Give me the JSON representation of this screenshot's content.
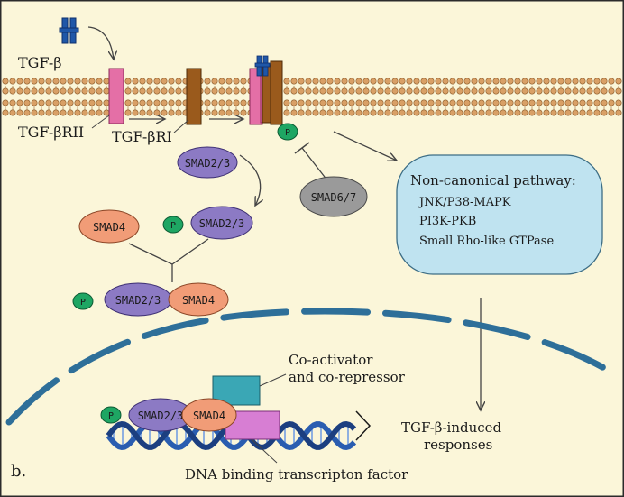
{
  "panel_label": "b.",
  "ligand": {
    "label": "TGF-β"
  },
  "receptors": {
    "type2_label": "TGF-βRII",
    "type1_label": "TGF-βRI"
  },
  "phospho": "P",
  "smads": {
    "smad23": "SMAD2/3",
    "smad4": "SMAD4",
    "smad67": "SMAD6/7"
  },
  "pathway_box": {
    "title": "Non-canonical pathway:",
    "items": [
      "JNK/P38-MAPK",
      "PI3K-PKB",
      "Small Rho-like GTPase"
    ]
  },
  "nucleus": {
    "coactivator_line1": "Co-activator",
    "coactivator_line2": "and co-repressor",
    "response_line1": "TGF-β-induced",
    "response_line2": "responses",
    "dna_factor": "DNA binding transcripton factor"
  },
  "colors": {
    "background": "#fbf6d9",
    "membrane_head": "#d9a066",
    "type2_receptor": "#e46fa6",
    "type1_receptor": "#9a5a1c",
    "ligand": "#1f57a8",
    "smad23": "#8c7ac4",
    "smad4": "#f19c77",
    "smad67": "#9a9a9a",
    "phospho": "#1ea663",
    "pathway_box": "#bfe3f0",
    "nuclear_envelope": "#2e6f99",
    "coactivator": "#3aa7b5",
    "dna_factor": "#d77ed3",
    "dna": "#2a5db0"
  }
}
